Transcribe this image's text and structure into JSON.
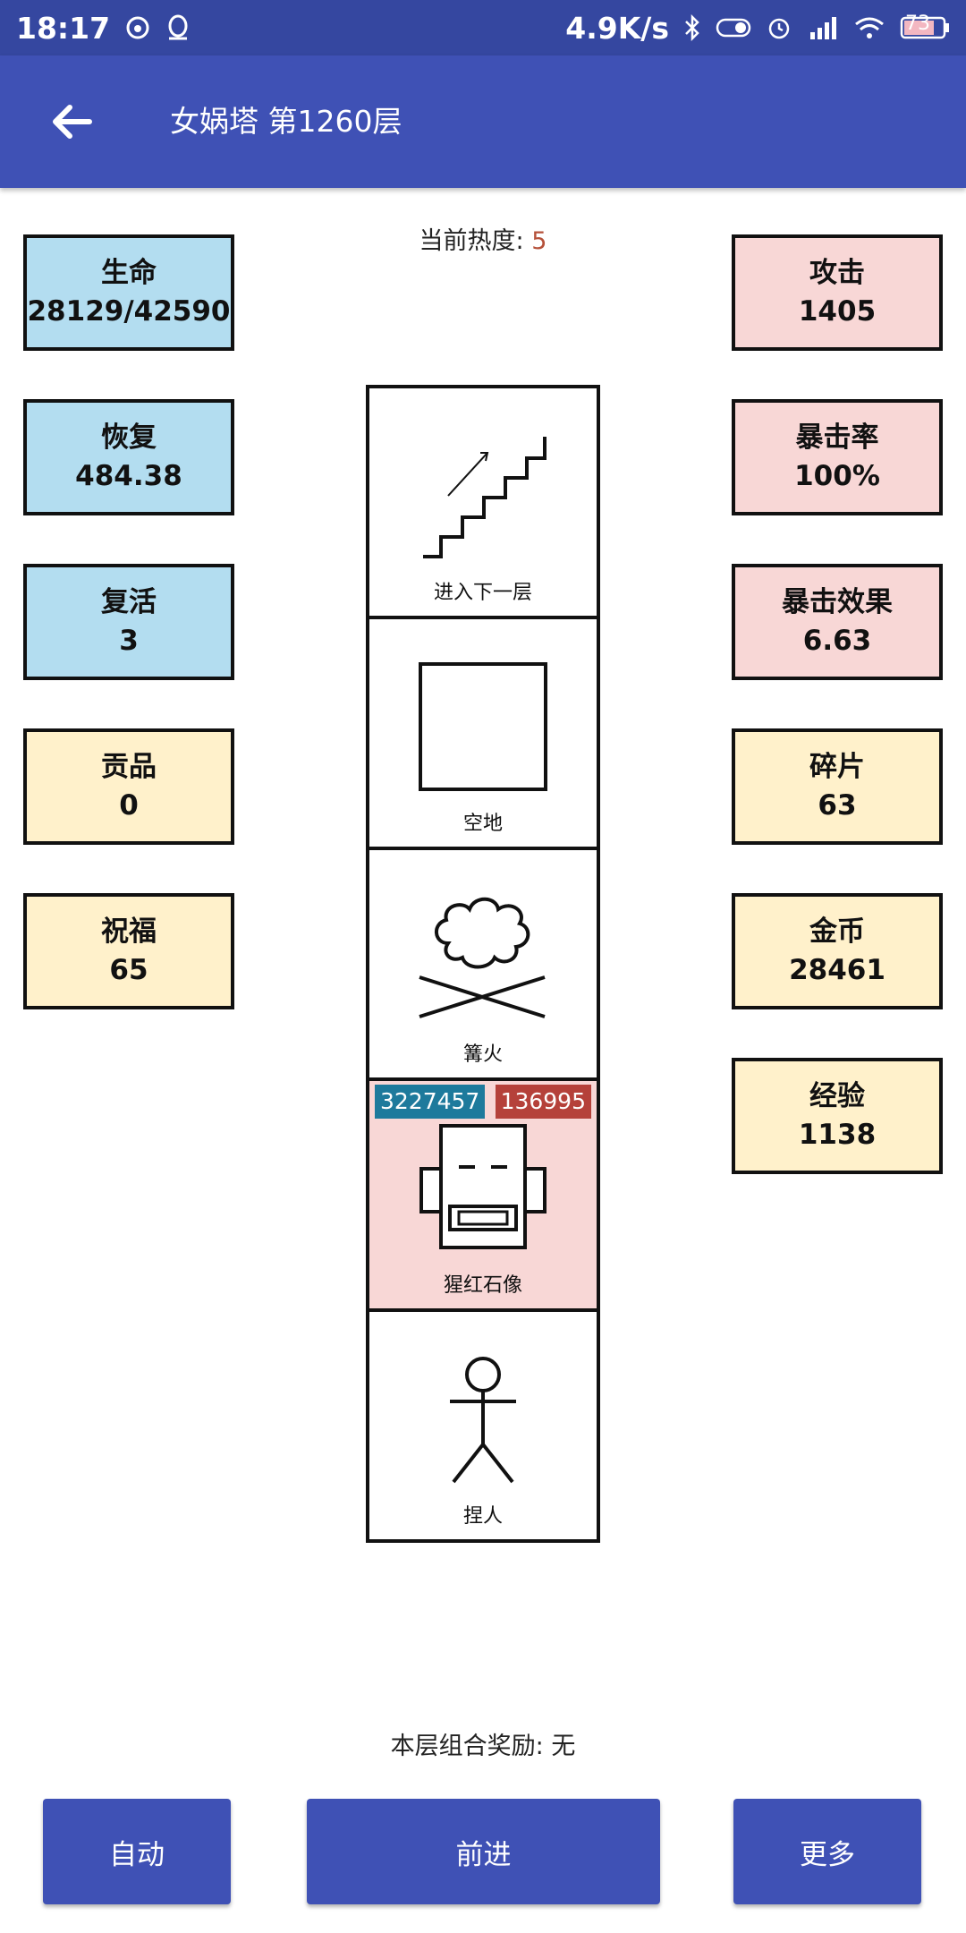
{
  "status_bar": {
    "time": "18:17",
    "net_speed": "4.9K/s",
    "battery": "73",
    "icons": [
      "weibo-icon",
      "qq-icon",
      "bluetooth-icon",
      "toggle-icon",
      "alarm-icon",
      "hd-signal-icon",
      "wifi-icon",
      "battery-icon"
    ]
  },
  "app_bar": {
    "title": "女娲塔 第1260层",
    "back_icon": "back-arrow-icon"
  },
  "heat": {
    "label": "当前热度:",
    "value": "5"
  },
  "left_stats": [
    {
      "label": "生命",
      "value": "28129/42590",
      "color": "#b3ddf0"
    },
    {
      "label": "恢复",
      "value": "484.38",
      "color": "#b3ddf0"
    },
    {
      "label": "复活",
      "value": "3",
      "color": "#b3ddf0"
    },
    {
      "label": "贡品",
      "value": "0",
      "color": "#fff1cb"
    },
    {
      "label": "祝福",
      "value": "65",
      "color": "#fff1cb"
    }
  ],
  "right_stats": [
    {
      "label": "攻击",
      "value": "1405",
      "color": "#f8d7d6"
    },
    {
      "label": "暴击率",
      "value": "100%",
      "color": "#f8d7d6"
    },
    {
      "label": "暴击效果",
      "value": "6.63",
      "color": "#f8d7d6"
    },
    {
      "label": "碎片",
      "value": "63",
      "color": "#fff1cb"
    },
    {
      "label": "金币",
      "value": "28461",
      "color": "#fff1cb"
    },
    {
      "label": "经验",
      "value": "1138",
      "color": "#fff1cb"
    }
  ],
  "tower_cells": [
    {
      "label": "进入下一层",
      "icon": "stairs-icon"
    },
    {
      "label": "空地",
      "icon": "empty-square-icon"
    },
    {
      "label": "篝火",
      "icon": "campfire-icon"
    },
    {
      "label": "猩红石像",
      "icon": "statue-icon",
      "hp": "3227457",
      "attack": "136995",
      "background": "#f8d7d6"
    },
    {
      "label": "捏人",
      "icon": "stick-figure-icon"
    }
  ],
  "combo_reward": "本层组合奖励: 无",
  "buttons": {
    "auto": "自动",
    "advance": "前进",
    "more": "更多"
  },
  "colors": {
    "status_bar": "#3547a0",
    "app_bar": "#3f51b5",
    "button": "#3f51b5",
    "hp_badge": "#1e7a9c",
    "attack_badge": "#b5413a",
    "heat_value": "#b5513a"
  }
}
